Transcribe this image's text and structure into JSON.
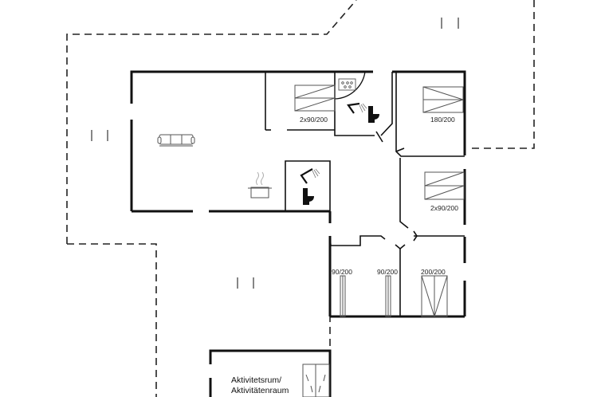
{
  "diagram": {
    "type": "floor-plan",
    "colors": {
      "wall": "#111111",
      "terrace_dash": "#222222",
      "furniture": "#555555",
      "background": "#ffffff"
    },
    "rooms": [
      {
        "id": "bedroom-1",
        "bed_label": "2x90/200"
      },
      {
        "id": "bedroom-2",
        "bed_label": "180/200"
      },
      {
        "id": "bedroom-3",
        "bed_label": "2x90/200"
      },
      {
        "id": "bedroom-4",
        "bed_label": "90/200"
      },
      {
        "id": "bedroom-5",
        "bed_label": "90/200"
      },
      {
        "id": "bedroom-6",
        "bed_label": "200/200"
      }
    ],
    "activity_room": {
      "label_line1": "Aktivitetsrum/",
      "label_line2": "Aktivitätenraum"
    },
    "icons": [
      "sofa-icon",
      "cooking-pot-icon",
      "shower-icon",
      "toilet-icon",
      "sink-icon"
    ]
  }
}
